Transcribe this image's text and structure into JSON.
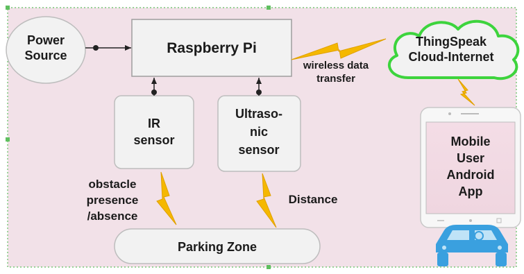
{
  "diagram": {
    "power_source": {
      "line1": "Power",
      "line2": "Source"
    },
    "raspberry_pi": {
      "label": "Raspberry Pi"
    },
    "cloud": {
      "line1": "ThingSpeak",
      "line2": "Cloud-Internet"
    },
    "wireless": {
      "line1": "wireless data",
      "line2": "transfer"
    },
    "ir_sensor": {
      "line1": "IR",
      "line2": "sensor"
    },
    "ultrasonic_sensor": {
      "line1": "Ultraso-",
      "line2": "nic",
      "line3": "sensor"
    },
    "mobile_app": {
      "line1": "Mobile",
      "line2": "User",
      "line3": "Android",
      "line4": "App"
    },
    "obstacle": {
      "line1": "obstacle",
      "line2": "presence",
      "line3": "/absence"
    },
    "distance": {
      "label": "Distance"
    },
    "parking_zone": {
      "label": "Parking Zone"
    }
  },
  "colors": {
    "background": "#f2e1e8",
    "box_fill": "#f2f2f2",
    "cloud_border": "#3dd43d",
    "lightning": "#f5b800",
    "car": "#3aa0df"
  }
}
